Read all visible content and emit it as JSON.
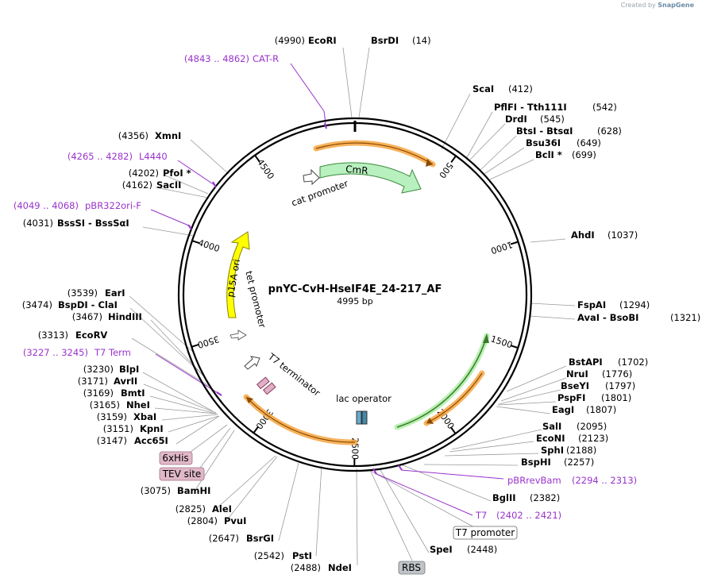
{
  "credit": {
    "prefix": "Created by",
    "brand": "SnapGene"
  },
  "plasmid": {
    "name": "pnYC-CvH-HseIF4E_24-217_AF",
    "length_label": "4995 bp",
    "length": 4995
  },
  "colors": {
    "enzyme": "#000000",
    "primer": "#9933cc",
    "cds_orange": "#f7a440",
    "cds_green": "#b0f0b0",
    "origin": "#ffff00",
    "feature_box": "#e0b8c8"
  },
  "ticks": [
    "500",
    "1000",
    "1500",
    "2000",
    "2500",
    "3000",
    "3500",
    "4000",
    "4500"
  ],
  "enzymes_left": [
    {
      "pos": "(4356)",
      "name": "XmnI"
    },
    {
      "pos": "(4202)",
      "name": "PfoI *"
    },
    {
      "pos": "(4162)",
      "name": "SacII"
    },
    {
      "pos": "(4031)",
      "name": "BssSI  -  BssSαI"
    },
    {
      "pos": "(3539)",
      "name": "EarI"
    },
    {
      "pos": "(3474)",
      "name": "BspDI  -  ClaI"
    },
    {
      "pos": "(3467)",
      "name": "HindIII"
    },
    {
      "pos": "(3313)",
      "name": "EcoRV"
    },
    {
      "pos": "(3230)",
      "name": "BlpI"
    },
    {
      "pos": "(3171)",
      "name": "AvrII"
    },
    {
      "pos": "(3169)",
      "name": "BmtI"
    },
    {
      "pos": "(3165)",
      "name": "NheI"
    },
    {
      "pos": "(3159)",
      "name": "XbaI"
    },
    {
      "pos": "(3151)",
      "name": "KpnI"
    },
    {
      "pos": "(3147)",
      "name": "Acc65I"
    },
    {
      "pos": "(3075)",
      "name": "BamHI"
    },
    {
      "pos": "(2825)",
      "name": "AleI"
    },
    {
      "pos": "(2804)",
      "name": "PvuI"
    },
    {
      "pos": "(2647)",
      "name": "BsrGI"
    },
    {
      "pos": "(2542)",
      "name": "PstI"
    },
    {
      "pos": "(2488)",
      "name": "NdeI"
    }
  ],
  "enzymes_top": [
    {
      "pos": "(4990)",
      "name": "EcoRI"
    },
    {
      "pos": "(14)",
      "name": "BsrDI"
    }
  ],
  "enzymes_right": [
    {
      "pos": "(412)",
      "name": "ScaI"
    },
    {
      "pos": "(542)",
      "name": "PflFI  -  Tth111I"
    },
    {
      "pos": "(545)",
      "name": "DrdI"
    },
    {
      "pos": "(628)",
      "name": "BtsI  -  BtsαI"
    },
    {
      "pos": "(649)",
      "name": "Bsu36I"
    },
    {
      "pos": "(699)",
      "name": "BclI *"
    },
    {
      "pos": "(1037)",
      "name": "AhdI"
    },
    {
      "pos": "(1294)",
      "name": "FspAI"
    },
    {
      "pos": "(1321)",
      "name": "AvaI  -  BsoBI"
    },
    {
      "pos": "(1702)",
      "name": "BstAPI"
    },
    {
      "pos": "(1776)",
      "name": "NruI"
    },
    {
      "pos": "(1797)",
      "name": "BseYI"
    },
    {
      "pos": "(1801)",
      "name": "PspFI"
    },
    {
      "pos": "(1807)",
      "name": "EagI"
    },
    {
      "pos": "(2095)",
      "name": "SalI"
    },
    {
      "pos": "(2123)",
      "name": "EcoNI"
    },
    {
      "pos": "(2188)",
      "name": "SphI"
    },
    {
      "pos": "(2257)",
      "name": "BspHI"
    },
    {
      "pos": "(2382)",
      "name": "BglII"
    },
    {
      "pos": "(2448)",
      "name": "SpeI"
    }
  ],
  "primers": [
    {
      "range": "(4843 .. 4862)",
      "name": "CAT-R"
    },
    {
      "range": "(4265 .. 4282)",
      "name": "L4440"
    },
    {
      "range": "(4049 .. 4068)",
      "name": "pBR322ori-F"
    },
    {
      "range": "(3227 .. 3245)",
      "name": "T7 Term"
    },
    {
      "range": "(2294 .. 2313)",
      "name": "pBRrevBam"
    },
    {
      "range": "(2402 .. 2421)",
      "name": "T7"
    }
  ],
  "features": {
    "cmr": "CmR",
    "cat_promoter": "cat promoter",
    "p15a_ori": "p15A ori",
    "tet_promoter": "tet promoter",
    "t7_terminator": "T7 terminator",
    "lac_operator": "lac operator"
  },
  "boxed_features": [
    {
      "label": "6xHis"
    },
    {
      "label": "TEV site"
    },
    {
      "label": "T7 promoter"
    },
    {
      "label": "RBS"
    }
  ]
}
